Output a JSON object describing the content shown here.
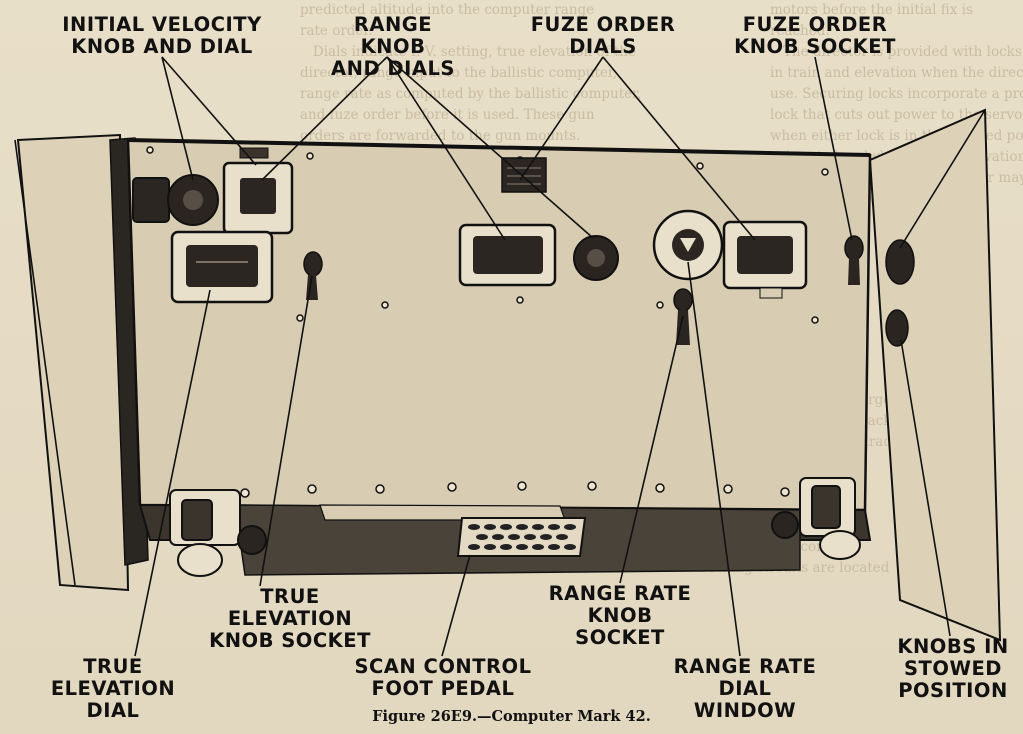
{
  "callouts": {
    "initial_velocity": "INITIAL VELOCITY\nKNOB AND DIAL",
    "range_knob": "RANGE KNOB\nAND DIALS",
    "fuze_order_dials": "FUZE ORDER\nDIALS",
    "fuze_order_socket": "FUZE ORDER\nKNOB SOCKET",
    "true_elevation_socket": "TRUE ELEVATION\nKNOB SOCKET",
    "true_elevation_dial": "TRUE ELEVATION\nDIAL",
    "scan_control": "SCAN CONTROL\nFOOT PEDAL",
    "range_rate_socket": "RANGE RATE\nKNOB SOCKET",
    "range_rate_window": "RANGE RATE\nDIAL WINDOW",
    "knobs_stowed": "KNOBS IN\nSTOWED\nPOSITION"
  },
  "caption": "Figure 26E9.—Computer Mark 42.",
  "colors": {
    "ink": "#111111",
    "paper": "#e6dcc6",
    "faded_text": "#c9bca1"
  }
}
